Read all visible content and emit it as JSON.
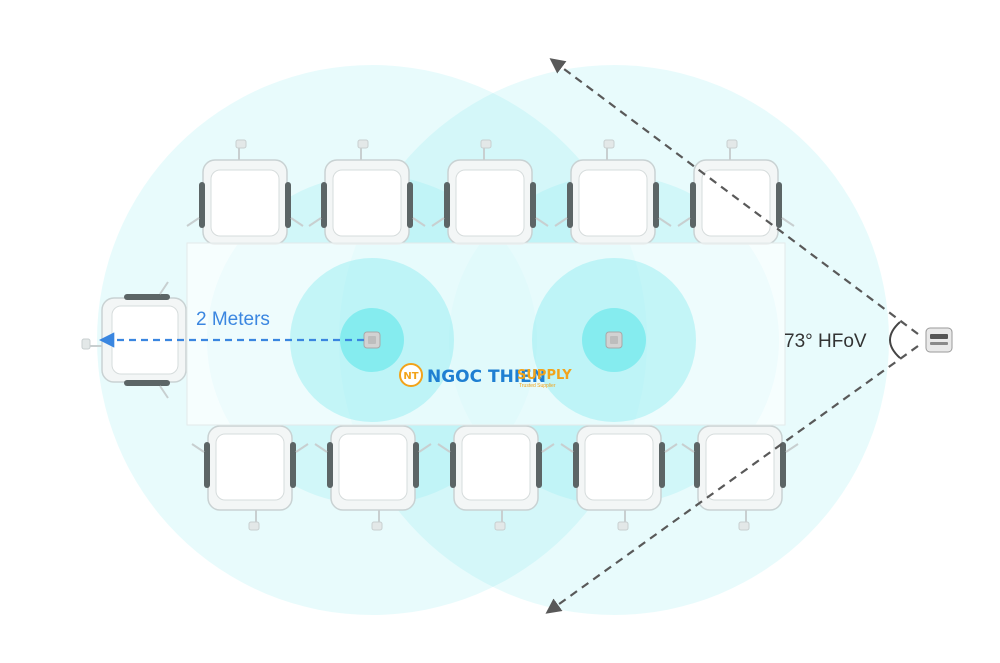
{
  "diagram": {
    "distance_label": "2 Meters",
    "fov_label": "73° HFoV",
    "watermark": {
      "badge": "NT",
      "name": "NGOC THIEN",
      "supply": "SUPPLY",
      "tagline": "Trusted Supplier"
    }
  },
  "colors": {
    "coverage": "#5fe6ea",
    "dashed_arrow": "#595959",
    "distance_arrow": "#3a86e0",
    "mic_core": "#cfcfcf",
    "table": "#ffffff"
  },
  "icons": [
    "microphone-pod-icon",
    "camera-icon",
    "chair-icon"
  ]
}
